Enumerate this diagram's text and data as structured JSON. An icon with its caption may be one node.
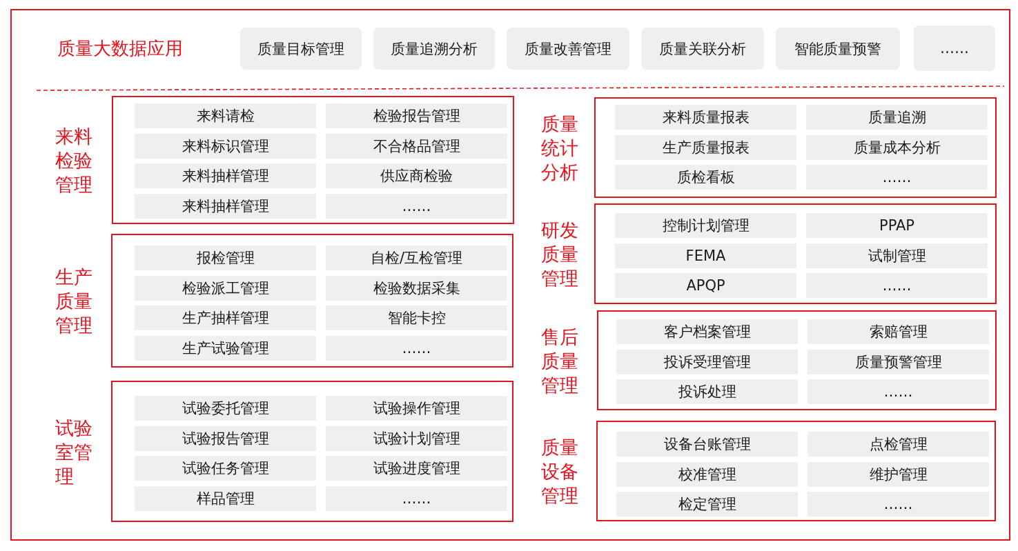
{
  "diagram": {
    "nodes": [
      {
        "text": [],
        "shape": "box"
      },
      {
        "text": [
          "质量目标管理"
        ],
        "in": 0
      },
      {
        "text": [
          "质量追溯分析"
        ],
        "in": 0
      },
      {
        "text": [
          "质量改善管理"
        ],
        "in": 0
      },
      {
        "text": [
          "质量关联分析"
        ],
        "in": 0
      },
      {
        "text": [
          "智能质量预警"
        ],
        "in": 0
      },
      {
        "text": [
          "……"
        ],
        "in": 0
      },
      {
        "text": [
          "来料检验管理"
        ],
        "in": 0
      },
      {
        "text": [
          "来料请检"
        ],
        "in": 7
      },
      {
        "text": [
          "检验报告管理"
        ],
        "in": 7
      },
      {
        "text": [
          "来料标识管理"
        ],
        "in": 7
      },
      {
        "text": [
          "不合格品管理"
        ],
        "in": 7
      },
      {
        "text": [
          "来料抽样管理"
        ],
        "in": 7
      },
      {
        "text": [
          "供应商检验"
        ],
        "in": 7
      },
      {
        "text": [
          "来料抽样管理"
        ],
        "in": 7
      },
      {
        "text": [
          "……"
        ],
        "in": 7
      },
      {
        "text": [
          "生产质量管理"
        ],
        "in": 0
      },
      {
        "text": [
          "报检管理"
        ],
        "in": 16
      },
      {
        "text": [
          "自检/互检管理"
        ],
        "in": 16
      },
      {
        "text": [
          "检验派工管理"
        ],
        "in": 16
      },
      {
        "text": [
          "检验数据采集"
        ],
        "in": 16
      },
      {
        "text": [
          "生产抽样管理"
        ],
        "in": 16
      },
      {
        "text": [
          "智能卡控"
        ],
        "in": 16
      },
      {
        "text": [
          "生产试验管理"
        ],
        "in": 16
      },
      {
        "text": [
          "……"
        ],
        "in": 16
      },
      {
        "text": [
          "试验室管理"
        ],
        "in": 0
      },
      {
        "text": [
          "试验委托管理"
        ],
        "in": 25
      },
      {
        "text": [
          "试验操作管理"
        ],
        "in": 25
      },
      {
        "text": [
          "试验报告管理"
        ],
        "in": 25
      },
      {
        "text": [
          "试验计划管理"
        ],
        "in": 25
      },
      {
        "text": [
          "试验任务管理"
        ],
        "in": 25
      },
      {
        "text": [
          "试验进度管理"
        ],
        "in": 25
      },
      {
        "text": [
          "样品管理"
        ],
        "in": 25
      },
      {
        "text": [
          "……"
        ],
        "in": 25
      },
      {
        "text": [
          "质量统计分析"
        ],
        "in": 0
      },
      {
        "text": [
          "来料质量报表"
        ],
        "in": 34
      },
      {
        "text": [
          "质量追溯"
        ],
        "in": 34
      },
      {
        "text": [
          "生产质量报表"
        ],
        "in": 34
      },
      {
        "text": [
          "质量成本分析"
        ],
        "in": 34
      },
      {
        "text": [
          "质检看板"
        ],
        "in": 34
      },
      {
        "text": [
          "……"
        ],
        "in": 34
      },
      {
        "text": [
          "研发质量管理"
        ],
        "in": 0
      },
      {
        "text": [
          "控制计划管理"
        ],
        "in": 41
      },
      {
        "text": [
          "PPAP"
        ],
        "in": 41
      },
      {
        "text": [
          "FEMA"
        ],
        "in": 41
      },
      {
        "text": [
          "试制管理"
        ],
        "in": 41
      },
      {
        "text": [
          "APQP"
        ],
        "in": 41
      },
      {
        "text": [
          "……"
        ],
        "in": 41
      },
      {
        "text": [
          "售后质量管理"
        ],
        "in": 0
      },
      {
        "text": [
          "客户档案管理"
        ],
        "in": 48
      },
      {
        "text": [
          "索赔管理"
        ],
        "in": 48
      },
      {
        "text": [
          "投诉受理管理"
        ],
        "in": 48
      },
      {
        "text": [
          "质量预警管理"
        ],
        "in": 48
      },
      {
        "text": [
          "投诉处理"
        ],
        "in": 48
      },
      {
        "text": [
          "……"
        ],
        "in": 48
      },
      {
        "text": [
          "质量设备管理"
        ],
        "in": 0
      },
      {
        "text": [
          "设备台账管理"
        ],
        "in": 55
      },
      {
        "text": [
          "点检管理"
        ],
        "in": 55
      },
      {
        "text": [
          "校准管理"
        ],
        "in": 55
      },
      {
        "text": [
          "维护管理"
        ],
        "in": 55
      },
      {
        "text": [
          "检定管理"
        ],
        "in": 55
      },
      {
        "text": [
          "……"
        ],
        "in": 55
      }
    ],
    "labels": [
      "质量大数据应用"
    ]
  }
}
